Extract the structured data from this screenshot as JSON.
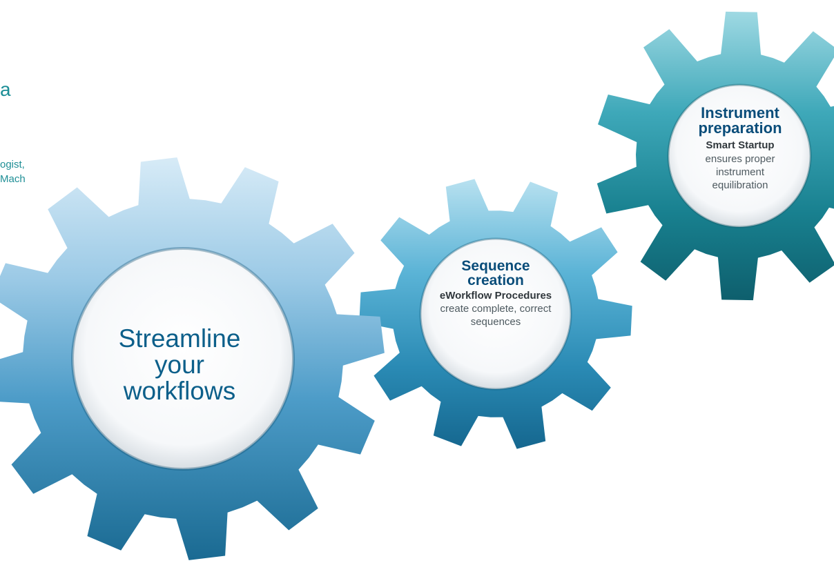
{
  "text_fragments": {
    "fragment_a": "a",
    "fragment_b_line1": "ogist,",
    "fragment_b_line2": "Mach"
  },
  "gears": {
    "large": {
      "label": "Streamline your workflows",
      "line1": "Streamline",
      "line2": "your",
      "line3": "workflows"
    },
    "middle": {
      "title_line1": "Sequence",
      "title_line2": "creation",
      "subtitle": "eWorkflow Procedures",
      "desc_line1": "create complete, correct",
      "desc_line2": "sequences"
    },
    "top": {
      "title_line1": "Instrument",
      "title_line2": "preparation",
      "subtitle": "Smart Startup",
      "desc_line1": "ensures proper",
      "desc_line2": "instrument",
      "desc_line3": "equilibration"
    }
  },
  "colors": {
    "gear_light": "#cfe7f5",
    "gear_mid": "#4e9fc9",
    "gear_dark": "#0f5c80",
    "teal_dark": "#11737d",
    "title_blue": "#0a4d7a",
    "fragment_teal": "#1f8f96"
  }
}
